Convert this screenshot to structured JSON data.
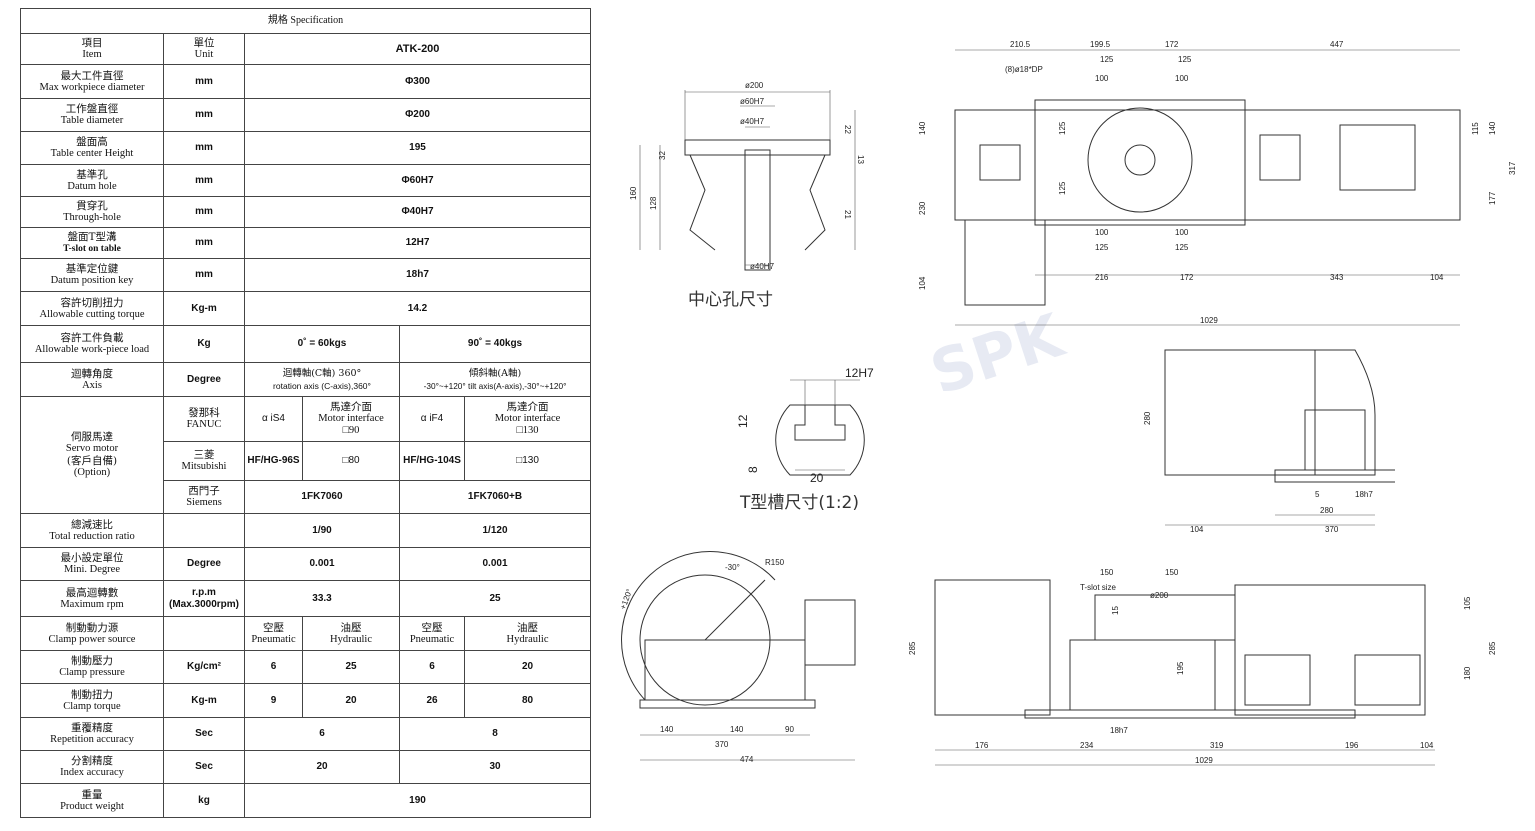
{
  "spec": {
    "title": "規格 Specification",
    "header": {
      "item_zh": "項目",
      "item_en": "Item",
      "unit_zh": "單位",
      "unit_en": "Unit",
      "model": "ATK-200"
    },
    "rows": [
      {
        "zh": "最大工件直徑",
        "en": "Max workpiece diameter",
        "unit": "mm",
        "v": "Φ300"
      },
      {
        "zh": "工作盤直徑",
        "en": "Table diameter",
        "unit": "mm",
        "v": "Φ200"
      },
      {
        "zh": "盤面高",
        "en": "Table center Height",
        "unit": "mm",
        "v": "195"
      },
      {
        "zh": "基準孔",
        "en": "Datum hole",
        "unit": "mm",
        "v": "Φ60H7"
      },
      {
        "zh": "貫穿孔",
        "en": "Through-hole",
        "unit": "mm",
        "v": "Φ40H7"
      },
      {
        "zh": "盤面T型溝",
        "en": "T-slot on table",
        "unit": "mm",
        "v": "12H7"
      },
      {
        "zh": "基準定位鍵",
        "en": "Datum position key",
        "unit": "mm",
        "v": "18h7"
      },
      {
        "zh": "容許切削扭力",
        "en": "Allowable cutting torque",
        "unit": "Kg-m",
        "v": "14.2"
      }
    ],
    "load": {
      "zh": "容許工件負載",
      "en": "Allowable work-piece load",
      "unit": "Kg",
      "c": "0˚ = 60kgs",
      "a": "90˚ = 40kgs"
    },
    "axis": {
      "zh": "迴轉角度",
      "en": "Axis",
      "unit": "Degree",
      "c_zh": "迴轉軸(C軸) 360°",
      "c_en": "rotation axis (C-axis),360°",
      "a_zh": "傾斜軸(A軸)",
      "a_en": "-30°~+120° tilt axis(A-axis),-30°~+120°"
    },
    "servo": {
      "zh": "伺服馬達",
      "en1": "Servo motor",
      "en2": "(客戶自備)",
      "en3": "(Option)",
      "fanuc": {
        "zh": "發那科",
        "en": "FANUC",
        "c_model": "α iS4",
        "c_if_zh": "馬達介面",
        "c_if_en": "Motor interface",
        "c_if_v": "□90",
        "a_model": "α iF4",
        "a_if_zh": "馬達介面",
        "a_if_en": "Motor interface",
        "a_if_v": "□130"
      },
      "mitsubishi": {
        "zh": "三菱",
        "en": "Mitsubishi",
        "c_model": "HF/HG-96S",
        "c_if": "□80",
        "a_model": "HF/HG-104S",
        "a_if": "□130"
      },
      "siemens": {
        "zh": "西門子",
        "en": "Siemens",
        "c": "1FK7060",
        "a": "1FK7060+B"
      }
    },
    "ratio": {
      "zh": "總減速比",
      "en": "Total reduction ratio",
      "unit": "",
      "c": "1/90",
      "a": "1/120"
    },
    "mini": {
      "zh": "最小設定單位",
      "en": "Mini. Degree",
      "unit": "Degree",
      "c": "0.001",
      "a": "0.001"
    },
    "rpm": {
      "zh": "最高迴轉數",
      "en": "Maximum rpm",
      "unit1": "r.p.m",
      "unit2": "(Max.3000rpm)",
      "c": "33.3",
      "a": "25"
    },
    "source": {
      "zh": "制動動力源",
      "en": "Clamp power source",
      "p_zh": "空壓",
      "p_en": "Pneumatic",
      "h_zh": "油壓",
      "h_en": "Hydraulic"
    },
    "pressure": {
      "zh": "制動壓力",
      "en": "Clamp pressure",
      "unit": "Kg/cm²",
      "v": [
        "6",
        "25",
        "6",
        "20"
      ]
    },
    "torque": {
      "zh": "制動扭力",
      "en": "Clamp torque",
      "unit": "Kg-m",
      "v": [
        "9",
        "20",
        "26",
        "80"
      ]
    },
    "rep": {
      "zh": "重覆精度",
      "en": "Repetition accuracy",
      "unit": "Sec",
      "c": "6",
      "a": "8"
    },
    "index": {
      "zh": "分割精度",
      "en": "Index accuracy",
      "unit": "Sec",
      "c": "20",
      "a": "30"
    },
    "weight": {
      "zh": "重量",
      "en": "Product weight",
      "unit": "kg",
      "v": "190"
    }
  },
  "drawings": {
    "center_hole": {
      "caption": "中心孔尺寸",
      "d200": "ø200",
      "d60": "ø60H7",
      "d40": "ø40H7",
      "d40b": "ø40H7",
      "h22": "22",
      "h32": "32",
      "h160": "160",
      "h128": "128",
      "h21": "21",
      "h13": "13"
    },
    "tslot": {
      "caption": "T型槽尺寸(1:2)",
      "w12": "12H7",
      "h12": "12",
      "h8": "8",
      "w20": "20"
    },
    "top": {
      "holes": "(8)ø18*DP",
      "t1": "210.5",
      "t2": "199.5",
      "t3": "172",
      "t4": "447",
      "a125": "125",
      "b125": "125",
      "a100": "100",
      "b100": "100",
      "c100": "100",
      "d100": "100",
      "c125": "125",
      "d125": "125",
      "l140": "140",
      "l230": "230",
      "l104": "104",
      "v125a": "125",
      "v125b": "125",
      "b216": "216",
      "b172": "172",
      "b343": "343",
      "b104": "104",
      "b1029": "1029",
      "r115": "115",
      "r140": "140",
      "r317": "317",
      "r177": "177"
    },
    "side": {
      "h280": "280",
      "k5": "5",
      "k18": "18h7",
      "w280": "280",
      "w104": "104",
      "w370": "370"
    },
    "tilt": {
      "a30": "-30°",
      "r150": "R150",
      "a120": "+120°",
      "w140a": "140",
      "w140b": "140",
      "w90": "90",
      "w370": "370",
      "w474": "474"
    },
    "front": {
      "w150a": "150",
      "w150b": "150",
      "tslot": "T-slot size",
      "d200": "ø200",
      "h15": "15",
      "h195": "195",
      "k18": "18h7",
      "b176": "176",
      "b234": "234",
      "b319": "319",
      "b196": "196",
      "b104": "104",
      "b1029": "1029",
      "l285": "285",
      "r105": "105",
      "r180": "180",
      "r285": "285"
    }
  },
  "watermark": "SPK"
}
